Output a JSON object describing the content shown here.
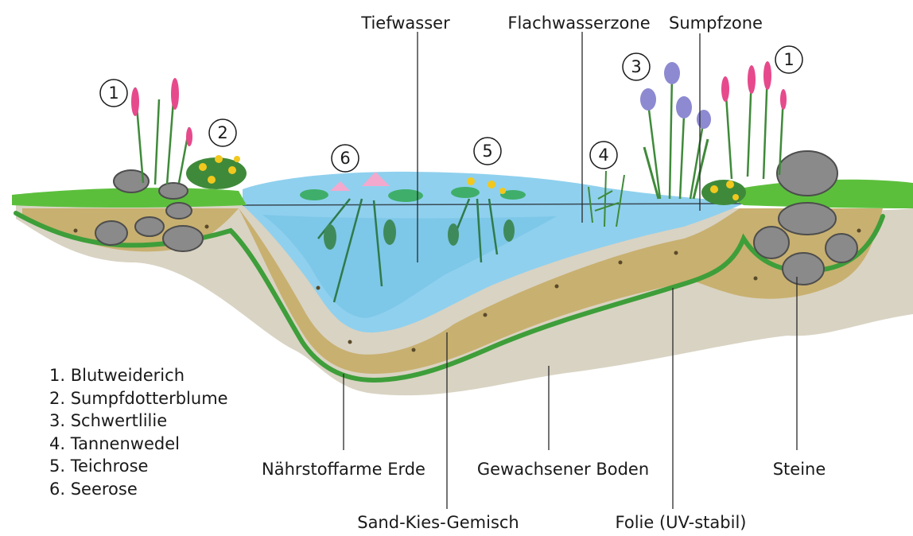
{
  "labels": {
    "tiefwasser": "Tiefwasser",
    "flachwasserzone": "Flachwasserzone",
    "sumpfzone": "Sumpfzone",
    "naehrstoffarme_erde": "Nährstoffarme Erde",
    "gewachsener_boden": "Gewachsener Boden",
    "steine": "Steine",
    "sand_kies_gemisch": "Sand-Kies-Gemisch",
    "folie": "Folie (UV-stabil)"
  },
  "markers": {
    "m1_left": "1",
    "m2": "2",
    "m6": "6",
    "m5": "5",
    "m4": "4",
    "m3": "3",
    "m1_right": "1"
  },
  "legend": [
    "1. Blutweiderich",
    "2. Sumpfdotterblume",
    "3. Schwertlilie",
    "4. Tannenwedel",
    "5. Teichrose",
    "6. Seerose"
  ],
  "colors": {
    "water": "#8fd0ee",
    "water_deep": "#5fb6e0",
    "liner": "#3e9e3a",
    "soil": "#c9b47a",
    "gravel": "#ddd8cc",
    "grass": "#5cbf3c",
    "stone": "#8a8a8a",
    "loosestrife": "#e64a8c",
    "marsh_marigold": "#f2c81e",
    "iris": "#8d8ad2"
  }
}
